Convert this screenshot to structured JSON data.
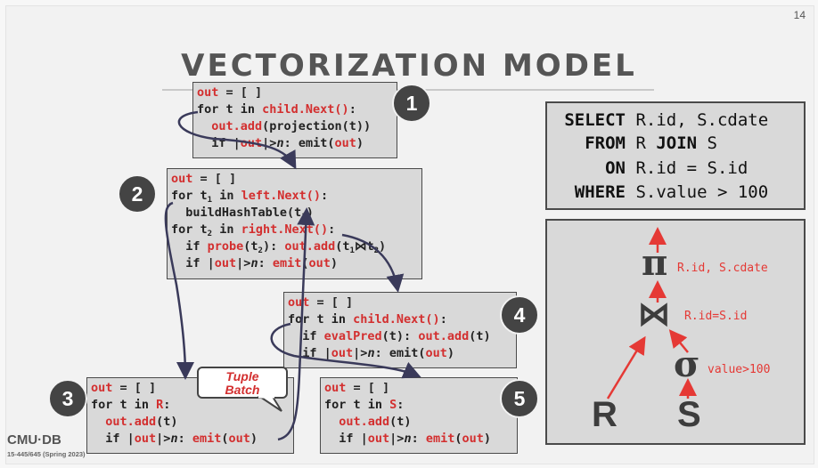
{
  "slide_number": "14",
  "title": "VECTORIZATION MODEL",
  "operators": [
    {
      "number": "1",
      "lines": [
        [
          [
            "out",
            "red"
          ],
          [
            " = [ ]",
            ""
          ]
        ],
        [
          [
            "for t in ",
            ""
          ],
          [
            "child.Next()",
            "red"
          ],
          [
            ":",
            ""
          ]
        ],
        [
          [
            "  ",
            ""
          ],
          [
            "out.add",
            "red"
          ],
          [
            "(projection(t))",
            ""
          ]
        ],
        [
          [
            "  if |",
            ""
          ],
          [
            "out",
            "red"
          ],
          [
            "|>",
            ""
          ],
          [
            "n",
            "it"
          ],
          [
            ": emit(",
            ""
          ],
          [
            "out",
            "red"
          ],
          [
            ")",
            ""
          ]
        ]
      ]
    },
    {
      "number": "2",
      "lines": [
        [
          [
            "out",
            "red"
          ],
          [
            " = [ ]",
            ""
          ]
        ],
        [
          [
            "for t",
            ""
          ],
          [
            "1",
            "sub"
          ],
          [
            " in ",
            ""
          ],
          [
            "left.Next()",
            "red"
          ],
          [
            ":",
            ""
          ]
        ],
        [
          [
            "  buildHashTable(t",
            ""
          ],
          [
            "1",
            "sub"
          ],
          [
            ")",
            ""
          ]
        ],
        [
          [
            "for t",
            ""
          ],
          [
            "2",
            "sub"
          ],
          [
            " in ",
            ""
          ],
          [
            "right.Next()",
            "red"
          ],
          [
            ":",
            ""
          ]
        ],
        [
          [
            "  if ",
            ""
          ],
          [
            "probe",
            "red"
          ],
          [
            "(t",
            ""
          ],
          [
            "2",
            "sub"
          ],
          [
            "): ",
            ""
          ],
          [
            "out.add",
            "red"
          ],
          [
            "(t",
            ""
          ],
          [
            "1",
            "sub"
          ],
          [
            "⋈t",
            ""
          ],
          [
            "2",
            "sub"
          ],
          [
            ")",
            ""
          ]
        ],
        [
          [
            "  if |",
            ""
          ],
          [
            "out",
            "red"
          ],
          [
            "|>",
            ""
          ],
          [
            "n",
            "it"
          ],
          [
            ": ",
            ""
          ],
          [
            "emit",
            "red"
          ],
          [
            "(",
            ""
          ],
          [
            "out",
            "red"
          ],
          [
            ")",
            ""
          ]
        ]
      ]
    },
    {
      "number": "3",
      "lines": [
        [
          [
            "out",
            "red"
          ],
          [
            " = [ ]",
            ""
          ]
        ],
        [
          [
            "for t in ",
            ""
          ],
          [
            "R",
            "red"
          ],
          [
            ":",
            ""
          ]
        ],
        [
          [
            "  ",
            ""
          ],
          [
            "out.add",
            "red"
          ],
          [
            "(t)",
            ""
          ]
        ],
        [
          [
            "  if |",
            ""
          ],
          [
            "out",
            "red"
          ],
          [
            "|>",
            ""
          ],
          [
            "n",
            "it"
          ],
          [
            ": ",
            ""
          ],
          [
            "emit",
            "red"
          ],
          [
            "(",
            ""
          ],
          [
            "out",
            "red"
          ],
          [
            ")",
            ""
          ]
        ]
      ]
    },
    {
      "number": "4",
      "lines": [
        [
          [
            "out",
            "red"
          ],
          [
            " = [ ]",
            ""
          ]
        ],
        [
          [
            "for t in ",
            ""
          ],
          [
            "child.Next()",
            "red"
          ],
          [
            ":",
            ""
          ]
        ],
        [
          [
            "  if ",
            ""
          ],
          [
            "evalPred",
            "red"
          ],
          [
            "(t): ",
            ""
          ],
          [
            "out.add",
            "red"
          ],
          [
            "(t)",
            ""
          ]
        ],
        [
          [
            "  if |",
            ""
          ],
          [
            "out",
            "red"
          ],
          [
            "|>",
            ""
          ],
          [
            "n",
            "it"
          ],
          [
            ": emit(",
            ""
          ],
          [
            "out",
            "red"
          ],
          [
            ")",
            ""
          ]
        ]
      ]
    },
    {
      "number": "5",
      "lines": [
        [
          [
            "out",
            "red"
          ],
          [
            " = [ ]",
            ""
          ]
        ],
        [
          [
            "for t in ",
            ""
          ],
          [
            "S",
            "red"
          ],
          [
            ":",
            ""
          ]
        ],
        [
          [
            "  ",
            ""
          ],
          [
            "out.add",
            "red"
          ],
          [
            "(t)",
            ""
          ]
        ],
        [
          [
            "  if |",
            ""
          ],
          [
            "out",
            "red"
          ],
          [
            "|>",
            ""
          ],
          [
            "n",
            "it"
          ],
          [
            ": ",
            ""
          ],
          [
            "emit",
            "red"
          ],
          [
            "(",
            ""
          ],
          [
            "out",
            "red"
          ],
          [
            ")",
            ""
          ]
        ]
      ]
    }
  ],
  "callout": {
    "line1": "Tuple",
    "line2": "Batch"
  },
  "sql": {
    "select_kw": "SELECT",
    "select_val": "R.id, S.cdate",
    "from_kw": "FROM",
    "from_val_1": "R ",
    "join_kw": "JOIN",
    "from_val_2": " S",
    "on_kw": "ON",
    "on_val": "R.id = S.id",
    "where_kw": "WHERE",
    "where_val": "S.value > 100"
  },
  "plan": {
    "projection_symbol": "π",
    "projection_label": "R.id, S.cdate",
    "join_symbol": "⋈",
    "join_label": "R.id=S.id",
    "selection_symbol": "σ",
    "selection_label": "value>100",
    "left_table": "R",
    "right_table": "S"
  },
  "footer": {
    "logo": "CMU·DB",
    "course": "15-445/645 (Spring 2023)"
  },
  "colors": {
    "red": "#d32f2f",
    "arrow": "#e53935",
    "dark": "#3a3a5a",
    "box": "#d9d9d9"
  }
}
